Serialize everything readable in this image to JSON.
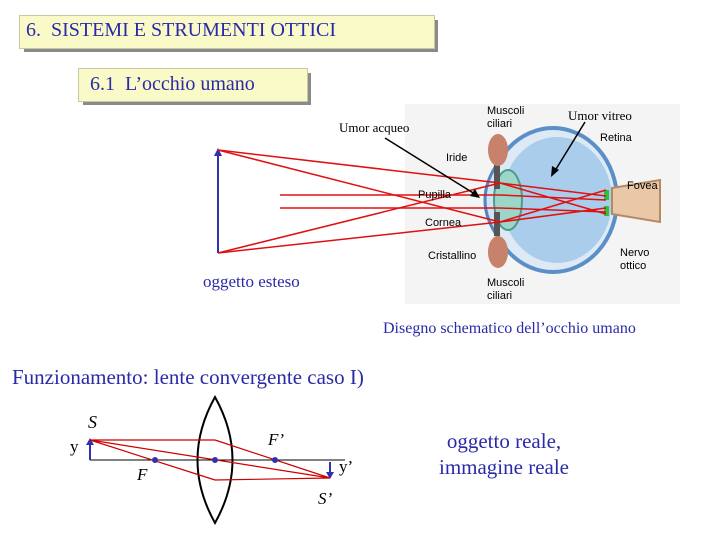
{
  "title": {
    "number": "6.",
    "text": "SISTEMI E STRUMENTI OTTICI"
  },
  "subtitle": {
    "number": "6.1",
    "text": "L’occhio umano"
  },
  "eye_labels": {
    "umor_acqueo": "Umor acqueo",
    "muscoli_ciliari_top_1": "Muscoli",
    "muscoli_ciliari_top_2": "ciliari",
    "umor_vitreo": "Umor vitreo",
    "retina": "Retina",
    "iride": "Iride",
    "pupilla": "Pupilla",
    "fovea": "Fovea",
    "cornea": "Cornea",
    "cristallino": "Cristallino",
    "nervo_1": "Nervo",
    "nervo_2": "ottico",
    "muscoli_ciliari_bottom_1": "Muscoli",
    "muscoli_ciliari_bottom_2": "ciliari"
  },
  "oggetto_label": "oggetto esteso",
  "caption": "Disegno schematico dell’occhio umano",
  "funzionamento": "Funzionamento: lente convergente caso I)",
  "lens_labels": {
    "S": "S",
    "y": "y",
    "F_prime": "F’",
    "F": "F",
    "y_prime": "y’",
    "S_prime": "S’"
  },
  "result_line1": "oggetto reale,",
  "result_line2": "immagine reale",
  "colors": {
    "title_text": "#2a2aa8",
    "title_bg": "#fafac8",
    "ray": "#e01010",
    "object": "#3030b0",
    "eye_blue": "#6fa8dc"
  }
}
